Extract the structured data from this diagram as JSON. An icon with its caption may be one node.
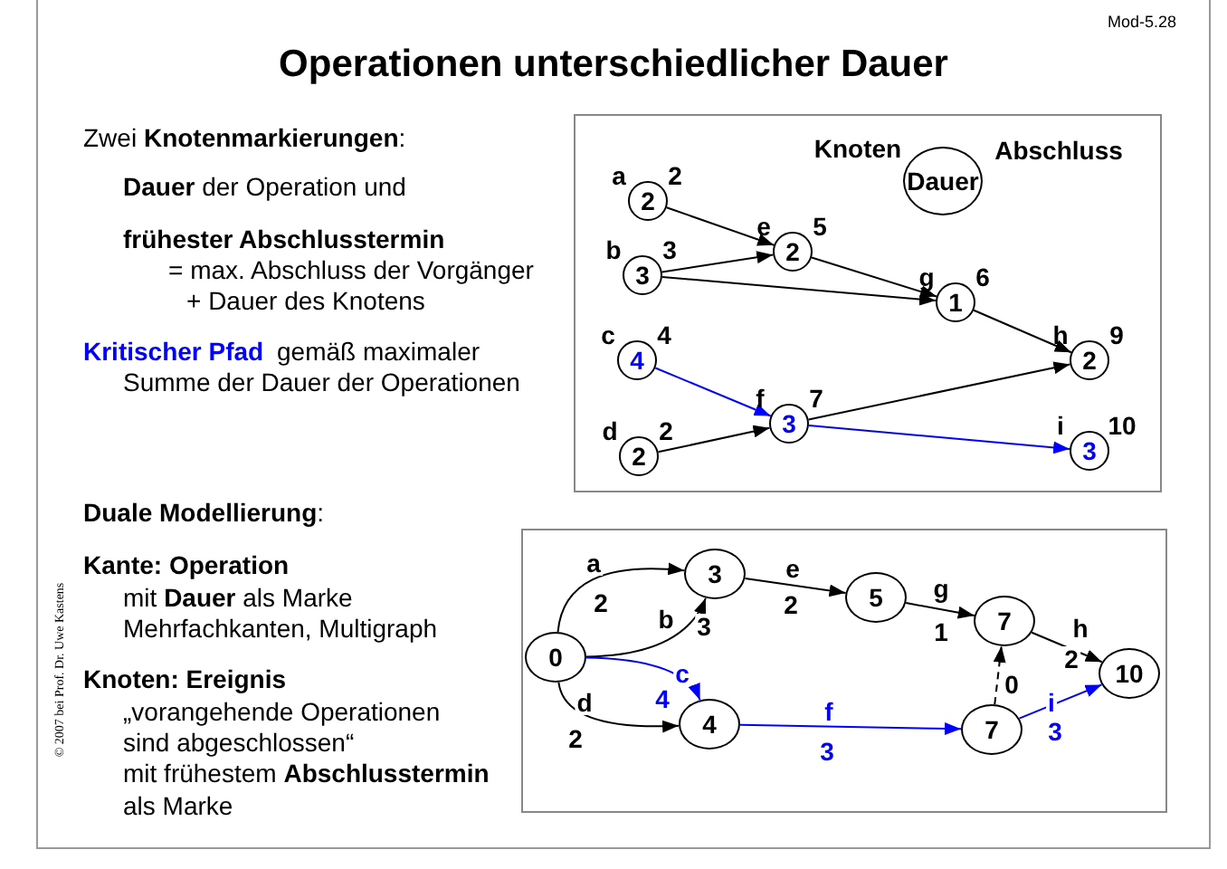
{
  "diagram": {
    "title": "Operationen unterschiedlicher Dauer",
    "nodes": [
      {
        "text": [
          "Dauer"
        ],
        "beside": [
          "Knoten",
          "Abschluss"
        ]
      },
      {
        "text": [
          "2"
        ],
        "beside": [
          "a",
          "2"
        ]
      },
      {
        "text": [
          "2"
        ],
        "beside": [
          "e",
          "5"
        ]
      },
      {
        "text": [
          "3"
        ],
        "beside": [
          "b",
          "3"
        ]
      },
      {
        "text": [
          "1"
        ],
        "beside": [
          "g",
          "6"
        ]
      },
      {
        "text": [
          "4"
        ],
        "beside": [
          "c",
          "4"
        ]
      },
      {
        "text": [
          "2"
        ],
        "beside": [
          "h",
          "9"
        ]
      },
      {
        "text": [
          "3"
        ],
        "beside": [
          "f",
          "7"
        ]
      },
      {
        "text": [
          "2"
        ],
        "beside": [
          "d",
          "2"
        ]
      },
      {
        "text": [
          "3"
        ],
        "beside": [
          "i",
          "10"
        ]
      },
      {
        "text": [
          "0"
        ]
      },
      {
        "text": [
          "3"
        ]
      },
      {
        "text": [
          "5"
        ]
      },
      {
        "text": [
          "7"
        ]
      },
      {
        "text": [
          "4"
        ]
      },
      {
        "text": [
          "7"
        ]
      },
      {
        "text": [
          "10"
        ]
      }
    ],
    "edges": [
      {
        "from": 1,
        "to": 2,
        "arrow": "to"
      },
      {
        "from": 3,
        "to": 2,
        "arrow": "to"
      },
      {
        "from": 3,
        "to": 4,
        "arrow": "to"
      },
      {
        "from": 2,
        "to": 4,
        "arrow": "to"
      },
      {
        "from": 4,
        "to": 6,
        "arrow": "to"
      },
      {
        "from": 5,
        "to": 7,
        "arrow": "to",
        "color": "#0000ff"
      },
      {
        "from": 8,
        "to": 7,
        "arrow": "to"
      },
      {
        "from": 7,
        "to": 6,
        "arrow": "to"
      },
      {
        "from": 7,
        "to": 9,
        "arrow": "to",
        "color": "#0000ff"
      },
      {
        "from": 10,
        "to": 11,
        "arrow": "to",
        "label": "a 2"
      },
      {
        "from": 10,
        "to": 11,
        "arrow": "to",
        "label": "b 3"
      },
      {
        "from": 11,
        "to": 12,
        "arrow": "to",
        "label": "e 2"
      },
      {
        "from": 12,
        "to": 13,
        "arrow": "to",
        "label": "g 1"
      },
      {
        "from": 13,
        "to": 16,
        "arrow": "to",
        "label": "h 2"
      },
      {
        "from": 10,
        "to": 14,
        "arrow": "to",
        "label": "c 4",
        "color": "#0000ff"
      },
      {
        "from": 10,
        "to": 14,
        "arrow": "to",
        "label": "d 2"
      },
      {
        "from": 14,
        "to": 15,
        "arrow": "to",
        "label": "f 3",
        "color": "#0000ff"
      },
      {
        "from": 15,
        "to": 13,
        "arrow": "to",
        "label": "0",
        "style": "dashed"
      },
      {
        "from": 15,
        "to": 16,
        "arrow": "to",
        "label": "i 3",
        "color": "#0000ff"
      }
    ],
    "labels": [
      "Mod-5.28",
      "Zwei **Knotenmarkierungen**:",
      "**Dauer** der Operation und",
      "frühester Abschlusstermin",
      "= max. Abschluss der Vorgänger",
      "+ Dauer des Knotens",
      "Kritischer Pfad",
      "gemäß maximaler",
      "Summe der Dauer der Operationen",
      "**Duale Modellierung**:",
      "Kante: Operation",
      "mit **Dauer** als Marke",
      "Mehrfachkanten, Multigraph",
      "Knoten: Ereignis",
      "„vorangehende Operationen",
      "sind abgeschlossen“",
      "mit frühestem **Abschlusstermin**",
      "als Marke",
      "© 2007 bei Prof. Dr. Uwe Kastens"
    ]
  }
}
